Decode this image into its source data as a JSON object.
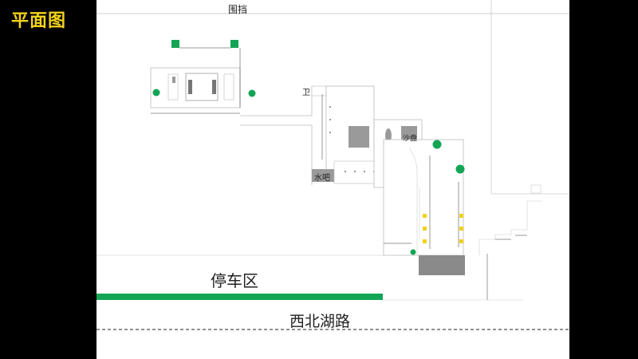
{
  "title": "平面图",
  "labels": {
    "fence": "围挡",
    "toilet": "卫",
    "water_bar": "水吧",
    "sand_table": "沙盘",
    "parking": "停车区",
    "road": "西北湖路"
  },
  "colors": {
    "accent_green": "#13a555",
    "title_yellow": "#f2d21a",
    "gray_block": "#9a9a9a",
    "light_green": "#a9d6b5"
  }
}
